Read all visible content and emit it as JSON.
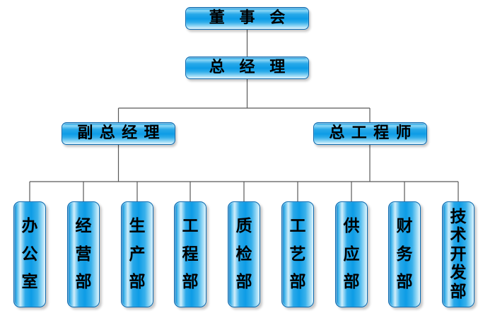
{
  "diagram": {
    "type": "org-chart",
    "background": "#ffffff",
    "colors": {
      "box_fill": "#0d9ce6",
      "box_edge": "#0968ae",
      "box_highlight": "#cfeefb",
      "connector_line": "#595959",
      "text": "#000000"
    },
    "nodes": {
      "board": {
        "label": "董事会"
      },
      "general_manager": {
        "label": "总经理"
      },
      "deputy_general_manager": {
        "label": "副总经理"
      },
      "chief_engineer": {
        "label": "总工程师"
      },
      "departments": [
        {
          "label": "办公室"
        },
        {
          "label": "经营部"
        },
        {
          "label": "生产部"
        },
        {
          "label": "工程部"
        },
        {
          "label": "质检部"
        },
        {
          "label": "工艺部"
        },
        {
          "label": "供应部"
        },
        {
          "label": "财务部"
        },
        {
          "label": "技术开发部"
        }
      ]
    },
    "hierarchy": {
      "root": "董事会",
      "edges": [
        [
          "董事会",
          "总经理"
        ],
        [
          "总经理",
          "副总经理"
        ],
        [
          "总经理",
          "总工程师"
        ],
        [
          "副总经理/总工程师",
          "办公室, 经营部, 生产部, 工程部, 质检部, 工艺部, 供应部, 财务部, 技术开发部"
        ]
      ]
    }
  }
}
